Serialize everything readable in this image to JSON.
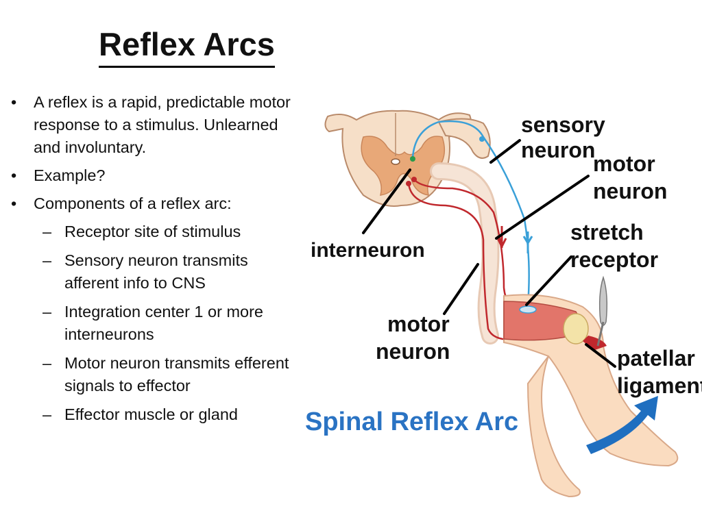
{
  "title": "Reflex Arcs",
  "bullets": [
    {
      "level": 1,
      "text": "A reflex is a rapid, predictable motor response to a stimulus. Unlearned and involuntary."
    },
    {
      "level": 1,
      "text": "Example?"
    },
    {
      "level": 1,
      "text": "Components of a reflex arc:"
    },
    {
      "level": 2,
      "text": "Receptor  site of stimulus"
    },
    {
      "level": 2,
      "text": "Sensory neuron  transmits afferent info to CNS"
    },
    {
      "level": 2,
      "text": "Integration center  1 or more interneurons"
    },
    {
      "level": 2,
      "text": "Motor neuron  transmits efferent signals to effector"
    },
    {
      "level": 2,
      "text": "Effector  muscle or gland"
    }
  ],
  "diagram": {
    "labels": {
      "sensory_1": "sensory",
      "sensory_2": "neuron",
      "motor_top_1": "motor",
      "motor_top_2": "neuron",
      "stretch_1": "stretch",
      "stretch_2": "receptor",
      "interneuron": "interneuron",
      "motor_bottom_1": "motor",
      "motor_bottom_2": "neuron",
      "patellar_1": "patellar",
      "patellar_2": "ligament"
    },
    "caption": "Spinal Reflex Arc",
    "colors": {
      "caption": "#2a73c3",
      "sensory_line": "#3aa0d8",
      "motor_line": "#c0282d",
      "grey_matter": "#e8a878",
      "white_matter": "#f6dfc8",
      "skin": "#fadcc0",
      "muscle": "#e2756a",
      "arrow": "#1f6fc0"
    }
  }
}
